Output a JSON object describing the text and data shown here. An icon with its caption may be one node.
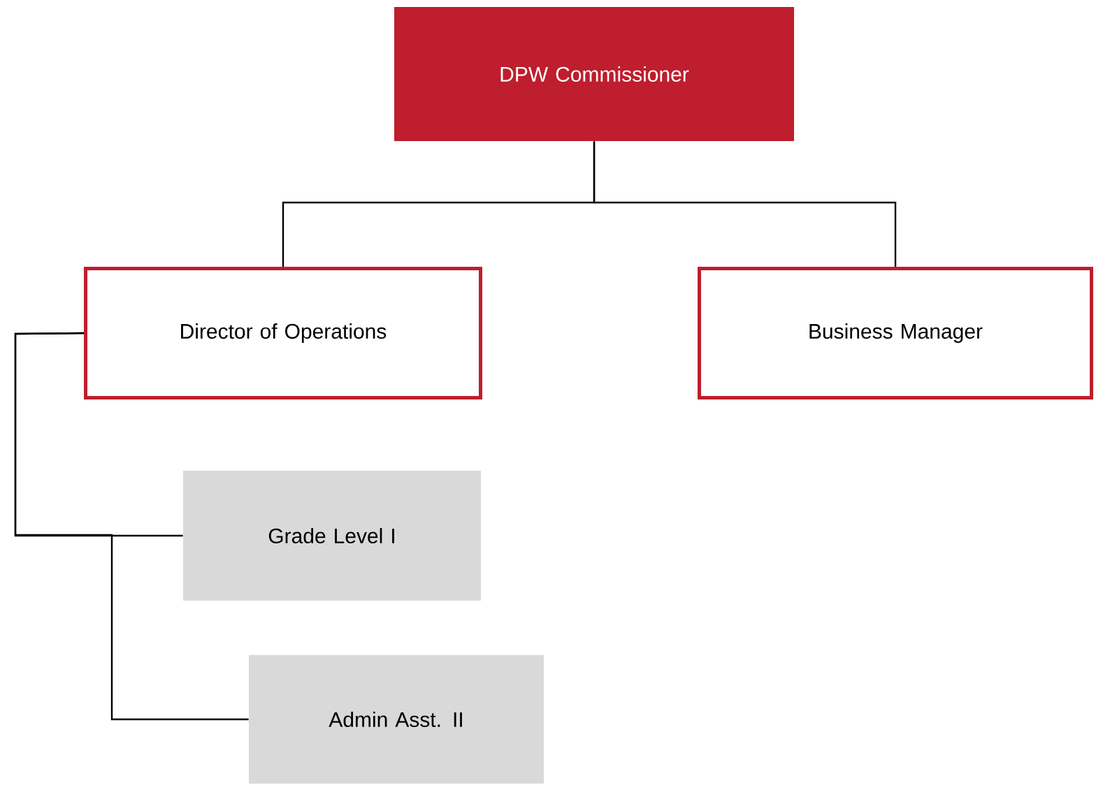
{
  "diagram": {
    "nodes": [
      {
        "text": [
          "DPW Commissioner"
        ]
      },
      {
        "text": [
          "Director of Operations"
        ]
      },
      {
        "text": [
          "Business Manager"
        ]
      },
      {
        "text": [
          "Grade Level I"
        ]
      },
      {
        "text": [
          "Admin Asst. II"
        ]
      }
    ],
    "edges": [
      {
        "from": 0,
        "to": 1,
        "arrow": "none"
      },
      {
        "from": 0,
        "to": 2,
        "arrow": "none"
      },
      {
        "from": 1,
        "to": 3,
        "arrow": "none"
      },
      {
        "from": 1,
        "to": 4,
        "arrow": "none"
      }
    ]
  }
}
